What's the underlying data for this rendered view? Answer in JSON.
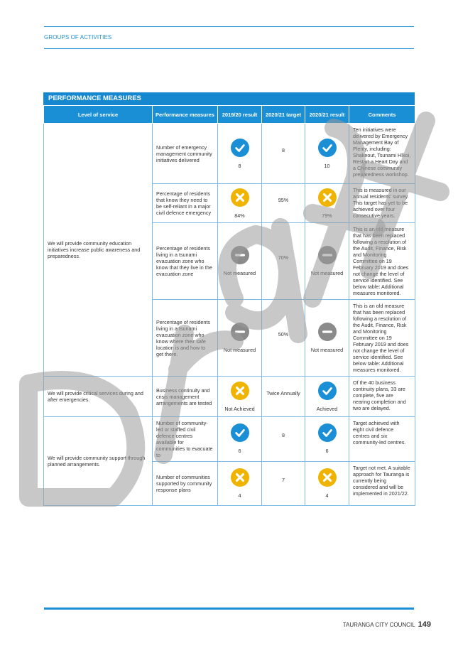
{
  "header": {
    "section": "GROUPS OF ACTIVITIES"
  },
  "table": {
    "title": "PERFORMANCE MEASURES",
    "columns": [
      "Level of service",
      "Performance measures",
      "2019/20 result",
      "2020/21 target",
      "2020/21 result",
      "Comments"
    ],
    "groups": [
      {
        "level": "We will provide community education initiatives increase public awareness and preparedness.",
        "rows": [
          {
            "measure": "Number of emergency management community initiatives delivered",
            "r1920_icon": "check-icon",
            "r1920": "8",
            "target": "8",
            "r2021_icon": "check-icon",
            "r2021": "10",
            "comment": "Ten initiatives were delivered by Emergency Management Bay of Plenty, including: Shakeout, Tsunami Hīkoi, Restart a Heart Day and a Chinese community preparedness workshop."
          },
          {
            "measure": "Percentage of residents that know they need to be self-reliant in a major civil defence emergency",
            "r1920_icon": "cross-icon",
            "r1920": "84%",
            "target": "95%",
            "r2021_icon": "cross-icon",
            "r2021": "79%",
            "comment": "This is measured in our annual residents’ survey. This target has yet to be achieved over four consecutive years."
          },
          {
            "measure": "Percentage of residents living in a tsunami evacuation zone who know that they live in the evacuation zone",
            "r1920_icon": "minus-icon",
            "r1920": "Not measured",
            "target": "70%",
            "r2021_icon": "minus-icon",
            "r2021": "Not measured",
            "comment": "This is an old measure that has been replaced following a resolution of the Audit, Finance, Risk and Monitoring Committee on 19 February 2019 and does not change the level of service identified. See below table: Additional measures monitored."
          },
          {
            "measure": "Percentage of residents living in a tsunami evacuation zone who know where their safe location is and how to get there.",
            "r1920_icon": "minus-icon",
            "r1920": "Not measured",
            "target": "50%",
            "r2021_icon": "minus-icon",
            "r2021": "Not measured",
            "comment": "This is an old measure that has been replaced following a resolution of the Audit, Finance, Risk and Monitoring Committee on 19 February 2019 and does not change the level of service identified. See below table: Additional measures monitored."
          }
        ]
      },
      {
        "level": "We will provide critical services during and after emergencies.",
        "rows": [
          {
            "measure": "Business continuity and crisis management arrangements are tested",
            "r1920_icon": "cross-icon",
            "r1920": "Not Achieved",
            "target": "Twice Annually",
            "r2021_icon": "check-icon",
            "r2021": "Achieved",
            "comment": "Of the 40 business continuity plans, 33 are complete, five are nearing completion and two are delayed."
          }
        ]
      },
      {
        "level": "We will provide community support through planned arrangements.",
        "rows": [
          {
            "measure": "Number of community-led or staffed civil defence centres available for communities to evacuate to",
            "r1920_icon": "check-icon",
            "r1920": "6",
            "target": "8",
            "r2021_icon": "check-icon",
            "r2021": "6",
            "comment": "Target achieved with eight civil defence centres and six community-led centres."
          },
          {
            "measure": "Number of communities supported by community response plans",
            "r1920_icon": "cross-icon",
            "r1920": "4",
            "target": "7",
            "r2021_icon": "cross-icon",
            "r2021": "4",
            "comment": "Target not met. A suitable approach for Tauranga is currently being considered and will be implemented in 2021/22."
          }
        ]
      }
    ]
  },
  "footer": {
    "org": "TAURANGA CITY COUNCIL",
    "page": "149"
  },
  "colors": {
    "accent": "#1a8fd6",
    "success": "#1a8fd6",
    "fail": "#f0b400",
    "neutral": "#8a8a8a"
  }
}
